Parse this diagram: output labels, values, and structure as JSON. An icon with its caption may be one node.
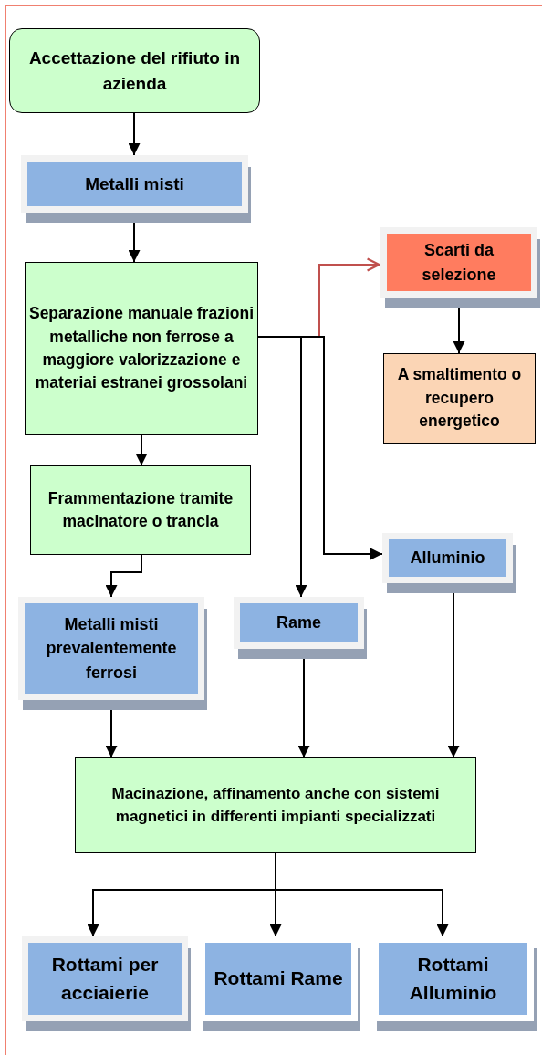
{
  "diagram": {
    "nodes": [
      {
        "text": [
          "Accettazione del rifiuto in azienda"
        ]
      },
      {
        "text": [
          "Metalli misti"
        ]
      },
      {
        "text": [
          "Separazione manuale frazioni metalliche non ferrose a maggiore valorizzazione e materiai estranei grossolani"
        ]
      },
      {
        "text": [
          "Scarti da selezione"
        ]
      },
      {
        "text": [
          "A smaltimento o recupero energetico"
        ]
      },
      {
        "text": [
          "Frammentazione tramite macinatore o trancia"
        ]
      },
      {
        "text": [
          "Alluminio"
        ]
      },
      {
        "text": [
          "Metalli misti prevalentemente ferrosi"
        ]
      },
      {
        "text": [
          "Rame"
        ]
      },
      {
        "text": [
          "Macinazione, affinamento anche con sistemi magnetici in differenti impianti specializzati"
        ]
      },
      {
        "text": [
          "Rottami per acciaierie"
        ]
      },
      {
        "text": [
          "Rottami Rame"
        ]
      },
      {
        "text": [
          "Rottami Alluminio"
        ]
      }
    ],
    "edges": [
      {
        "from": 0,
        "to": 1,
        "arrow": "to"
      },
      {
        "from": 1,
        "to": 2,
        "arrow": "to"
      },
      {
        "from": 2,
        "to": 3,
        "arrow": "to",
        "color": "#c0504d"
      },
      {
        "from": 3,
        "to": 4,
        "arrow": "to"
      },
      {
        "from": 2,
        "to": 5,
        "arrow": "to"
      },
      {
        "from": 2,
        "to": 8,
        "arrow": "to"
      },
      {
        "from": 2,
        "to": 6,
        "arrow": "to"
      },
      {
        "from": 5,
        "to": 7,
        "arrow": "to"
      },
      {
        "from": 7,
        "to": 9,
        "arrow": "to"
      },
      {
        "from": 8,
        "to": 9,
        "arrow": "to"
      },
      {
        "from": 6,
        "to": 9,
        "arrow": "to"
      },
      {
        "from": 9,
        "to": 10,
        "arrow": "to"
      },
      {
        "from": 9,
        "to": 11,
        "arrow": "to"
      },
      {
        "from": 9,
        "to": 12,
        "arrow": "to"
      }
    ]
  }
}
